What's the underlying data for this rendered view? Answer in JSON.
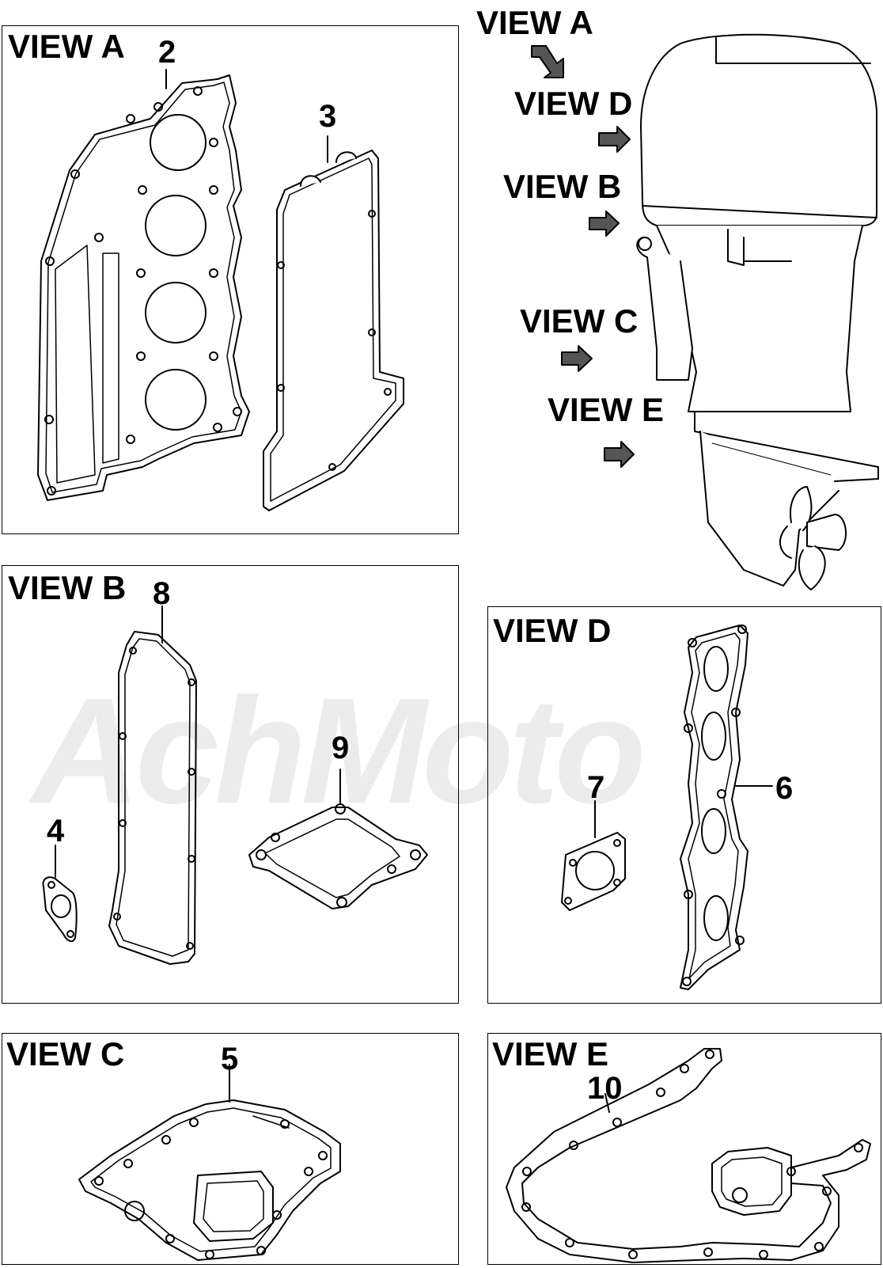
{
  "watermark": "AchMoto",
  "overview": {
    "arrows": [
      {
        "label": "VIEW A"
      },
      {
        "label": "VIEW D"
      },
      {
        "label": "VIEW B"
      },
      {
        "label": "VIEW C"
      },
      {
        "label": "VIEW E"
      }
    ]
  },
  "panels": {
    "a": {
      "title": "VIEW A",
      "parts": [
        "2",
        "3"
      ]
    },
    "b": {
      "title": "VIEW B",
      "parts": [
        "8",
        "9",
        "4"
      ]
    },
    "c": {
      "title": "VIEW C",
      "parts": [
        "5"
      ]
    },
    "d": {
      "title": "VIEW D",
      "parts": [
        "7",
        "6"
      ]
    },
    "e": {
      "title": "VIEW E",
      "parts": [
        "10"
      ]
    }
  },
  "icons": [
    "view-arrow-icon",
    "outboard-motor-icon",
    "gasket-icon"
  ]
}
